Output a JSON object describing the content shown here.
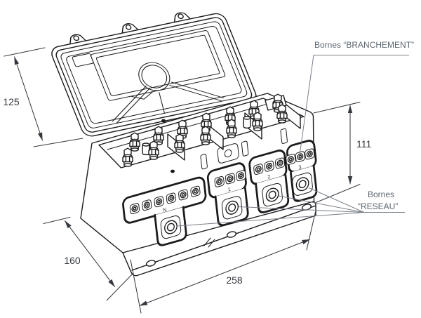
{
  "drawing": {
    "background": "#ffffff",
    "ink_color": "#1b1b1d",
    "dimension_color": "#35393f",
    "label_color": "#5c6670",
    "leader_color": "#7a8088",
    "dimensions": {
      "lid": "125",
      "height": "111",
      "depth": "160",
      "width": "258"
    },
    "labels": {
      "branchement": "Bornes “BRANCHEMENT”",
      "reseau_1": "Bornes",
      "reseau_2": "“RESEAU”"
    },
    "terminal_labels": [
      "N",
      "1",
      "2",
      "3"
    ]
  }
}
